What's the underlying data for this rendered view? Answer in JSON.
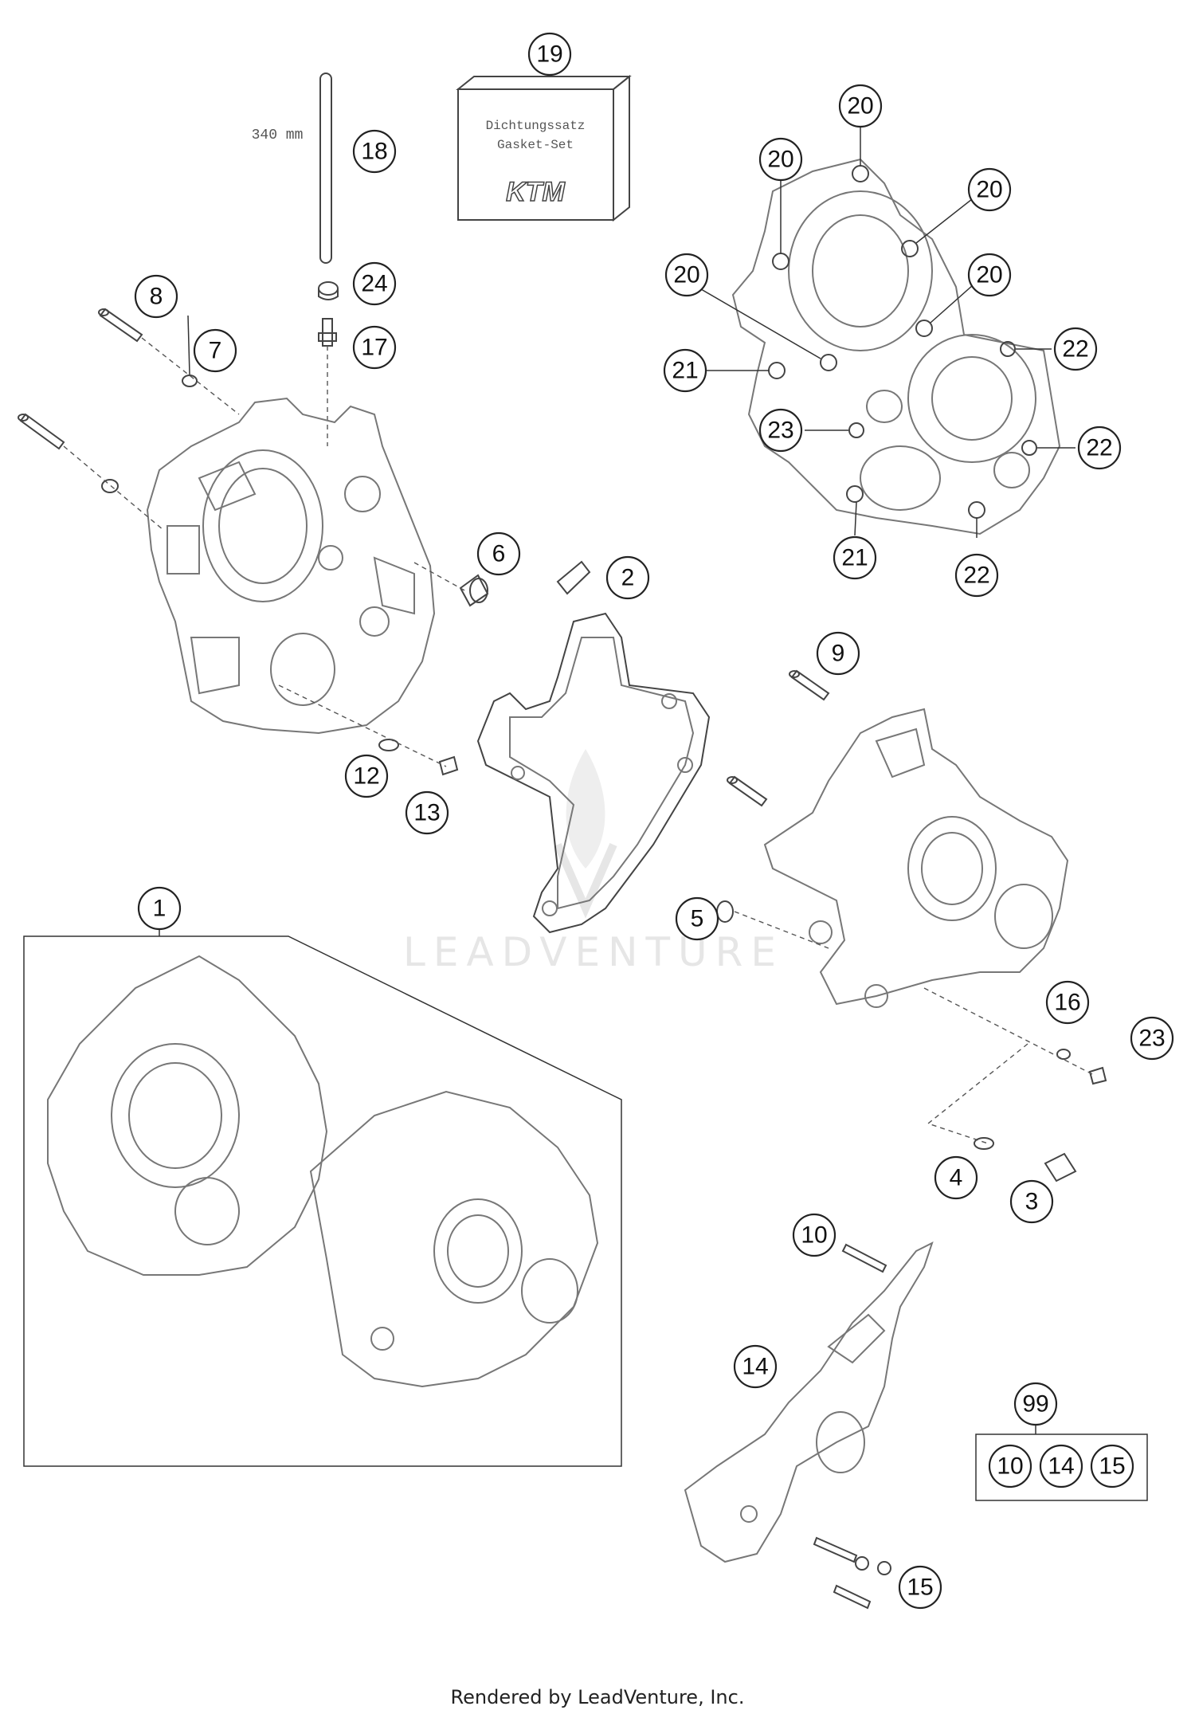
{
  "gasket_box": {
    "line1": "Dichtungssatz",
    "line2": "Gasket-Set",
    "brand": "KTM"
  },
  "tube_length": "340 mm",
  "watermark": "LEADVENTURE",
  "footer": "Rendered by LeadVenture, Inc.",
  "callouts": {
    "c19": "19",
    "c18": "18",
    "c24": "24",
    "c17": "17",
    "c8": "8",
    "c7": "7",
    "c6": "6",
    "c2": "2",
    "c12": "12",
    "c13": "13",
    "c1": "1",
    "c20a": "20",
    "c20b": "20",
    "c20c": "20",
    "c20d": "20",
    "c20e": "20",
    "c21a": "21",
    "c21b": "21",
    "c22a": "22",
    "c22b": "22",
    "c22c": "22",
    "c23a": "23",
    "c9": "9",
    "c5": "5",
    "c16": "16",
    "c23b": "23",
    "c4": "4",
    "c3": "3",
    "c10": "10",
    "c14": "14",
    "c15": "15",
    "c99": "99",
    "kit10": "10",
    "kit14": "14",
    "kit15": "15"
  },
  "colors": {
    "line": "#444444",
    "part": "#777777",
    "watermark": "#e6e6e6"
  }
}
